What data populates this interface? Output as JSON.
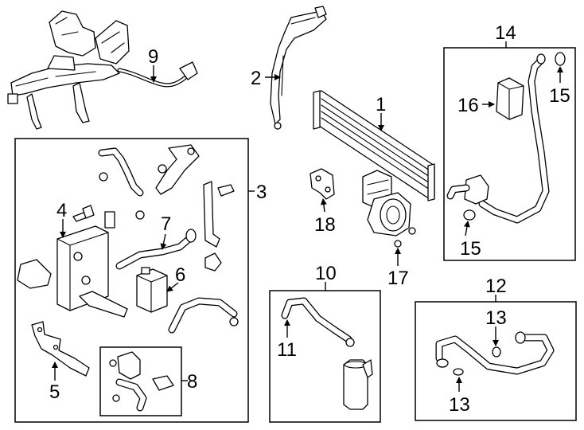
{
  "diagram": {
    "callouts": [
      {
        "id": "1",
        "text": "1"
      },
      {
        "id": "2",
        "text": "2"
      },
      {
        "id": "3",
        "text": "3"
      },
      {
        "id": "4",
        "text": "4"
      },
      {
        "id": "5",
        "text": "5"
      },
      {
        "id": "6",
        "text": "6"
      },
      {
        "id": "7",
        "text": "7"
      },
      {
        "id": "8",
        "text": "8"
      },
      {
        "id": "9",
        "text": "9"
      },
      {
        "id": "10",
        "text": "10"
      },
      {
        "id": "11",
        "text": "11"
      },
      {
        "id": "12",
        "text": "12"
      },
      {
        "id": "13a",
        "text": "13"
      },
      {
        "id": "13b",
        "text": "13"
      },
      {
        "id": "14",
        "text": "14"
      },
      {
        "id": "15a",
        "text": "15"
      },
      {
        "id": "15b",
        "text": "15"
      },
      {
        "id": "16",
        "text": "16"
      },
      {
        "id": "17",
        "text": "17"
      },
      {
        "id": "18",
        "text": "18"
      }
    ],
    "colors": {
      "line": "#000000",
      "background": "#ffffff"
    }
  }
}
